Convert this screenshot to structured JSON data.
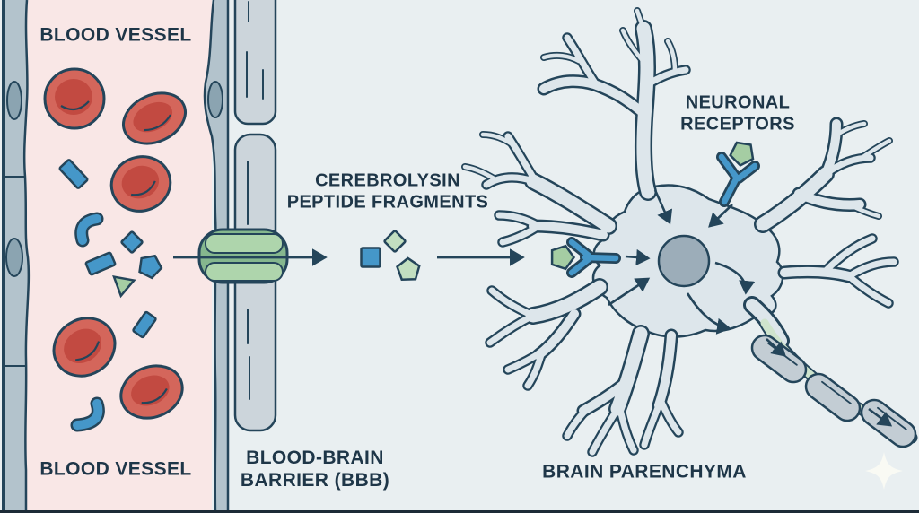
{
  "labels": {
    "blood_vessel_top": "BLOOD VESSEL",
    "blood_vessel_bottom": "BLOOD VESSEL",
    "cerebrolysin_line1": "CEREBROLYSIN",
    "cerebrolysin_line2": "PEPTIDE FRAGMENTS",
    "neuronal_receptors_line1": "NEURONAL",
    "neuronal_receptors_line2": "RECEPTORS",
    "bbb_line1": "BLOOD-BRAIN",
    "bbb_line2": "BARRIER (BBB)",
    "brain_parenchyma": "BRAIN PARENCHYMA"
  },
  "colors": {
    "background": "#e9eff1",
    "vessel_pink": "#f9e7e6",
    "wall_gray": "#b3c3cc",
    "wall_nucleus": "#8ba4b1",
    "tile_gray": "#ccd5db",
    "outline": "#24455a",
    "text": "#1e3648",
    "rbc_red": "#d4665b",
    "rbc_red_dark": "#c24a41",
    "peptide_blue": "#4597c9",
    "peptide_green": "#a5cda3",
    "peptide_green_light": "#c2dfc0",
    "channel_green": "#85b78e",
    "channel_green_light": "#aed5ac",
    "neuron_fill": "#dde6eb",
    "nucleus_gray": "#9cadb9",
    "axon_green": "#cfe4cd",
    "myelin_gray": "#c3cdd4",
    "sparkle": "#fdfdf5",
    "bottom_bar": "#1d2b37"
  }
}
